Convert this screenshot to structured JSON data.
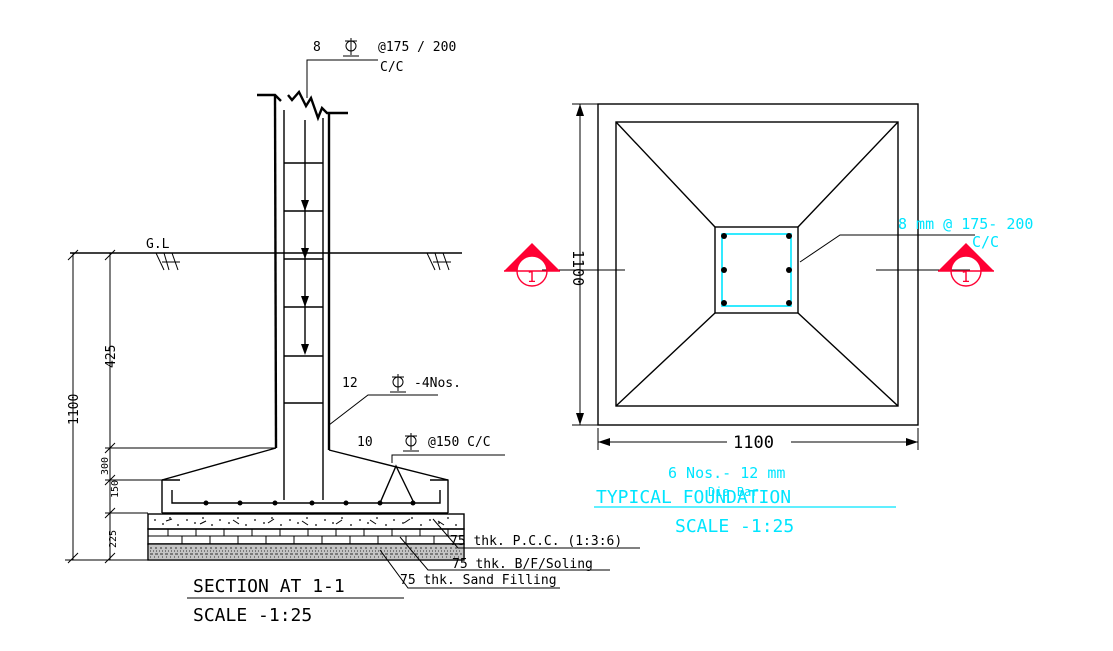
{
  "section": {
    "top_bar_note": "8",
    "top_bar_spacing": "@175 / 200",
    "top_bar_cc": "C/C",
    "gl_label": "G.L",
    "dim_total": "1100",
    "dim_upper": "425",
    "dim_300": "300",
    "dim_150": "150",
    "dim_225": "225",
    "main_bar_note": "12",
    "main_bar_count": "-4Nos.",
    "tie_note": "10",
    "tie_spacing": "@150 C/C",
    "pcc_label": "75 thk. P.C.C. (1:3:6)",
    "soling_label": "75 thk. B/F/Soling",
    "sand_label": "75 thk. Sand Filling",
    "title": "SECTION AT 1-1",
    "scale": "SCALE -1:25"
  },
  "plan": {
    "dim_height": "1100",
    "dim_width": "1100",
    "bar_note": "8 mm @ 175- 200",
    "bar_cc": "C/C",
    "section_mark_left": "1",
    "section_mark_right": "1",
    "bottom_note": "6 Nos.- 12 mm",
    "dia_bar": "Dia Bar",
    "title": "TYPICAL FOUNDATION",
    "scale": "SCALE -1:25"
  },
  "colors": {
    "line": "#000000",
    "annotation_cyan": "#00e5ff",
    "section_mark_red": "#ff0033"
  },
  "icons": {
    "phi": "diameter-symbol-icon",
    "ground": "ground-hatch-icon",
    "section_marker": "section-marker-icon"
  }
}
